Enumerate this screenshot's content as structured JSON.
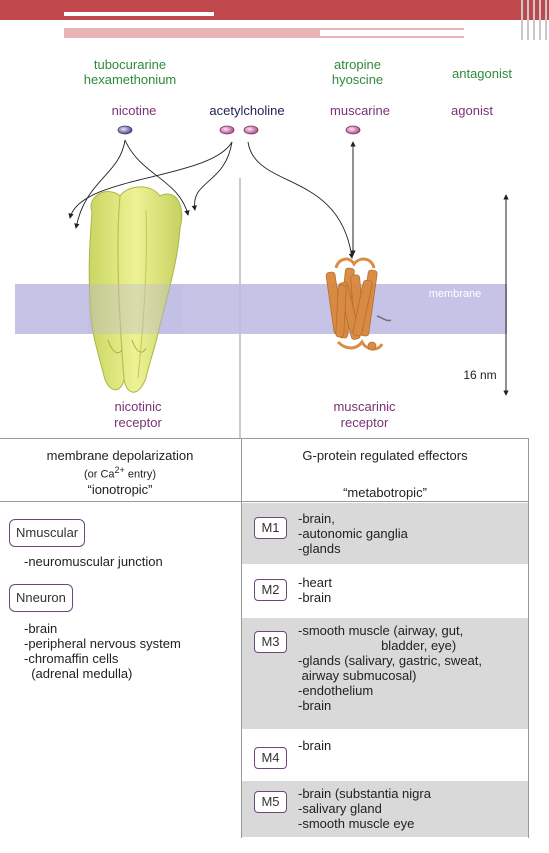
{
  "antagonists": {
    "nicotinic": "tubocurarine\nhexamethonium",
    "muscarinic": "atropine\nhyoscine",
    "label": "antagonist"
  },
  "agonists": {
    "nicotinic": "nicotine",
    "endogenous": "acetylcholine",
    "muscarinic": "muscarine",
    "label": "agonist"
  },
  "membrane_label": "membrane",
  "scale_label": "16 nm",
  "receptors": {
    "nicotinic": "nicotinic\nreceptor",
    "muscarinic": "muscarinic\nreceptor"
  },
  "table": {
    "nicotinic_header": {
      "line1": "membrane depolarization",
      "line2_pre": "(or Ca",
      "line2_sup": "2+",
      "line2_post": " entry)",
      "line3": "“ionotropic”"
    },
    "muscarinic_header": {
      "line1": "G-protein regulated effectors",
      "line2": "“metabotropic”"
    },
    "nicotinic_subtypes": [
      {
        "name": "Nmuscular",
        "details": "-neuromuscular junction"
      },
      {
        "name": "Nneuron",
        "details": "-brain\n-peripheral nervous system\n-chromaffin cells\n  (adrenal medulla)"
      }
    ],
    "muscarinic_subtypes": [
      {
        "name": "M1",
        "details": "-brain,\n-autonomic ganglia\n-glands"
      },
      {
        "name": "M2",
        "details": "-heart\n-brain"
      },
      {
        "name": "M3",
        "details": "-smooth muscle (airway, gut,\n                       bladder, eye)\n-glands (salivary, gastric, sweat,\n airway submucosal)\n-endothelium\n-brain"
      },
      {
        "name": "M4",
        "details": "-brain"
      },
      {
        "name": "M5",
        "details": "-brain (substantia nigra\n-salivary gland\n-smooth muscle eye"
      }
    ]
  },
  "colors": {
    "header_red": "#c0474b",
    "antagonist_green": "#2f8a3c",
    "agonist_purple": "#7a3276",
    "membrane_band": "#bdb9e3",
    "nicotinic_receptor": "#d7e36a",
    "muscarinic_receptor": "#d9873a",
    "row_gray": "#d9d9d9"
  }
}
